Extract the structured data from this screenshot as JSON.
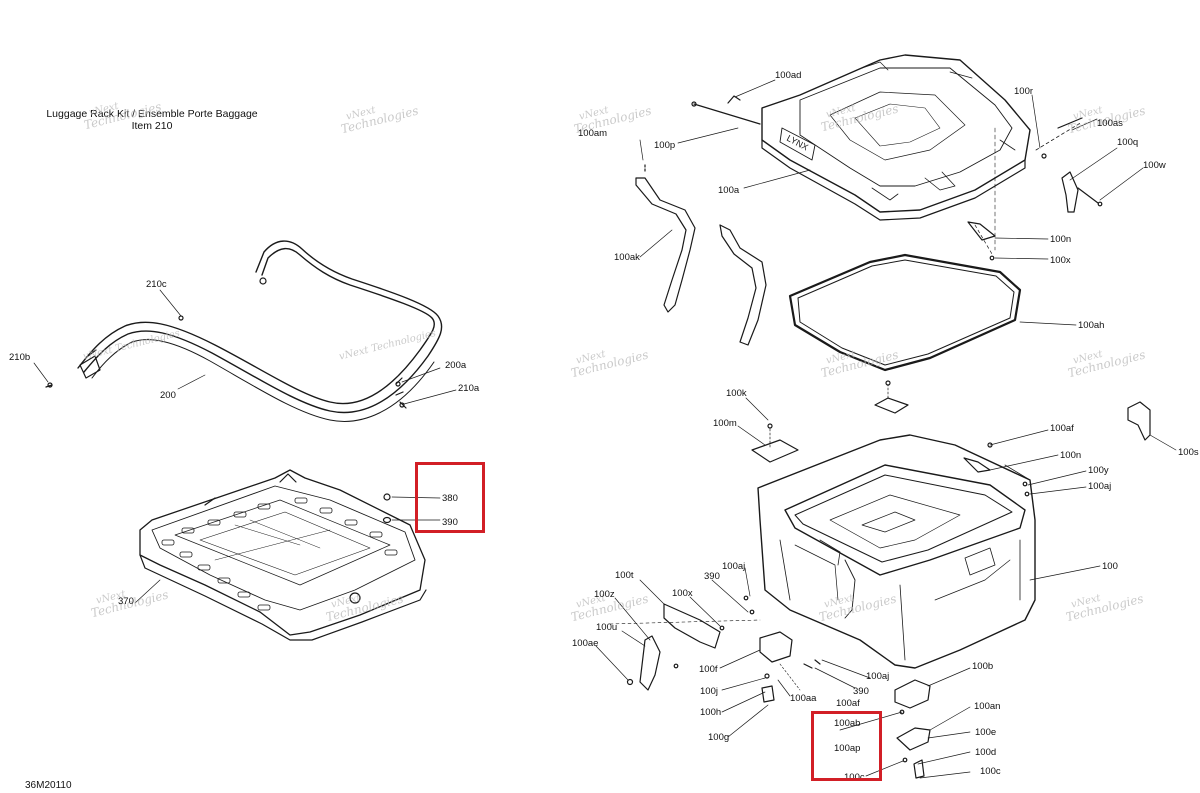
{
  "title": {
    "line1": "Luggage Rack Kit / Ensemble Porte Baggage",
    "line2": "Item 210"
  },
  "footer_code": "36M20110",
  "watermark": {
    "line1": "vNext",
    "line2": "Technologies",
    "full": "vNext Technologies"
  },
  "colors": {
    "highlight": "#d21f26",
    "stroke": "#1a1a1a",
    "watermark": "#b9b9b9"
  },
  "left_labels": {
    "l210c": "210c",
    "l210b": "210b",
    "l200": "200",
    "l200a": "200a",
    "l210a": "210a",
    "l380": "380",
    "l390": "390",
    "l370": "370"
  },
  "right_labels": {
    "l100ad": "100ad",
    "l100p": "100p",
    "l100am": "100am",
    "l100a": "100a",
    "l100r": "100r",
    "l100as": "100as",
    "l100q": "100q",
    "l100w": "100w",
    "l100n_top": "100n",
    "l100x_top": "100x",
    "l100ak": "100ak",
    "l100ah": "100ah",
    "l100k": "100k",
    "l100m": "100m",
    "l100af_top": "100af",
    "l100n_mid": "100n",
    "l100y": "100y",
    "l100aj_right": "100aj",
    "l100s": "100s",
    "l100": "100",
    "l100t": "100t",
    "l100aj_mid": "100aj",
    "l390_mid": "390",
    "l100z": "100z",
    "l100x_mid": "100x",
    "l100u": "100u",
    "l100ae": "100ae",
    "l100f": "100f",
    "l100j": "100j",
    "l100h": "100h",
    "l100g": "100g",
    "l100aa": "100aa",
    "l100af_low": "100af",
    "l100aj_low": "100aj",
    "l390_low": "390",
    "l100b": "100b",
    "l100ab": "100ab",
    "l100ap": "100ap",
    "l100c_box": "100c",
    "l100an": "100an",
    "l100e": "100e",
    "l100d": "100d",
    "l100c": "100c"
  }
}
